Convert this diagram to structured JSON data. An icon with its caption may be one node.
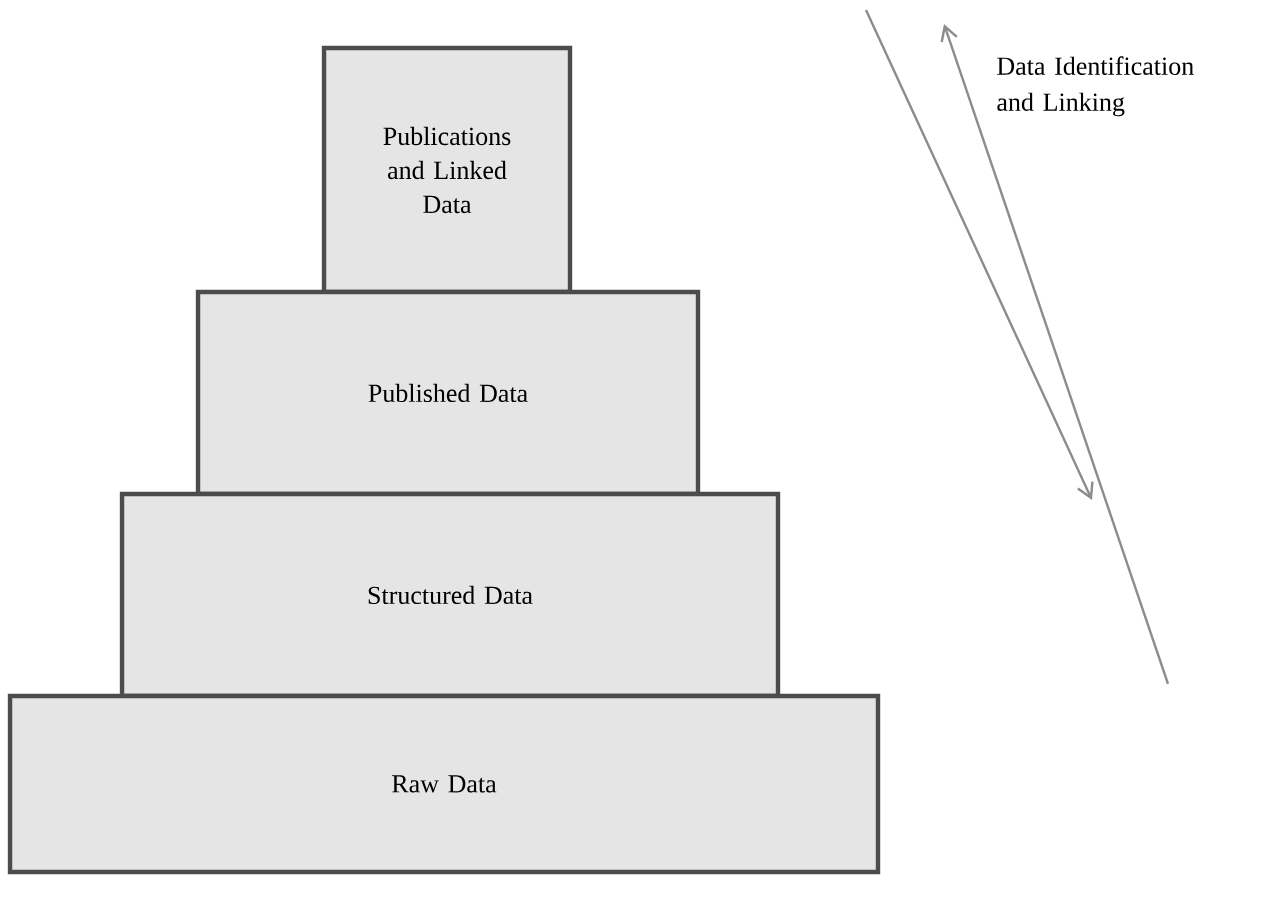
{
  "diagram": {
    "nodes": [
      {
        "text": [
          "Publications and Linked Data"
        ]
      },
      {
        "text": [
          "Published Data"
        ]
      },
      {
        "text": [
          "Structured Data"
        ]
      },
      {
        "text": [
          "Raw Data"
        ]
      }
    ],
    "labels": [
      "Data Identification and Linking"
    ]
  }
}
